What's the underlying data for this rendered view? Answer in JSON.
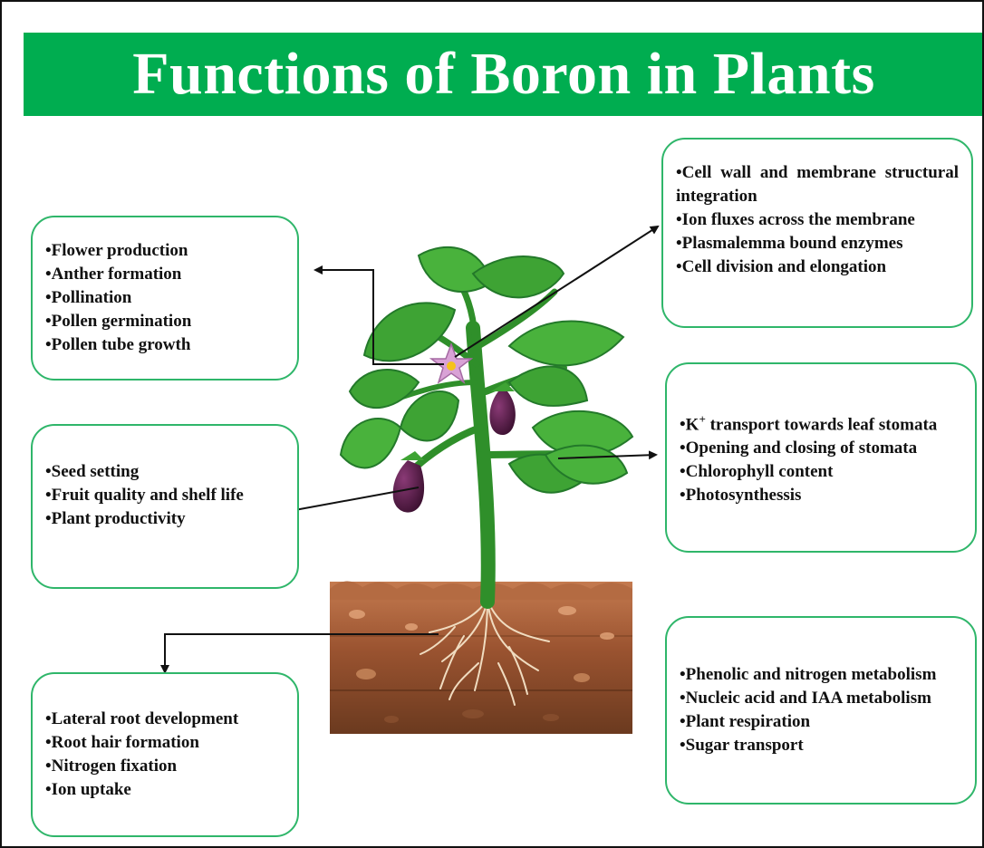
{
  "title": "Functions of Boron in Plants",
  "colors": {
    "banner": "#00ad50",
    "box_border": "#2fb66a",
    "leaf": "#3ea334",
    "leaf_dark": "#23792a",
    "stem": "#2f8f2a",
    "soil_top": "#c47a4f",
    "soil_mid": "#9a5330",
    "soil_deep": "#6b3a1f",
    "eggplant": "#5b1f4a",
    "flower": "#d9a2d6",
    "arrow": "#111111"
  },
  "boxes": {
    "flower": [
      "Flower production",
      "Anther formation",
      "Pollination",
      "Pollen germination",
      "Pollen tube growth"
    ],
    "seed": [
      "Seed setting",
      "Fruit quality and shelf life",
      "Plant productivity"
    ],
    "root": [
      "Lateral root development",
      "Root hair formation",
      "Nitrogen fixation",
      "Ion uptake"
    ],
    "cell": [
      "Cell wall and membrane structural integration",
      "Ion fluxes across the membrane",
      "Plasmalemma bound enzymes",
      "Cell division and elongation"
    ],
    "stomata": {
      "k_prefix": "K",
      "k_superscript": "+",
      "k_rest": " transport towards leaf stomata",
      "items": [
        "Opening and closing of stomata",
        "Chlorophyll content",
        "Photosynthessis"
      ]
    },
    "metabolism": [
      "Phenolic and nitrogen metabolism",
      "Nucleic acid and IAA metabolism",
      "Plant respiration",
      "Sugar transport"
    ]
  }
}
